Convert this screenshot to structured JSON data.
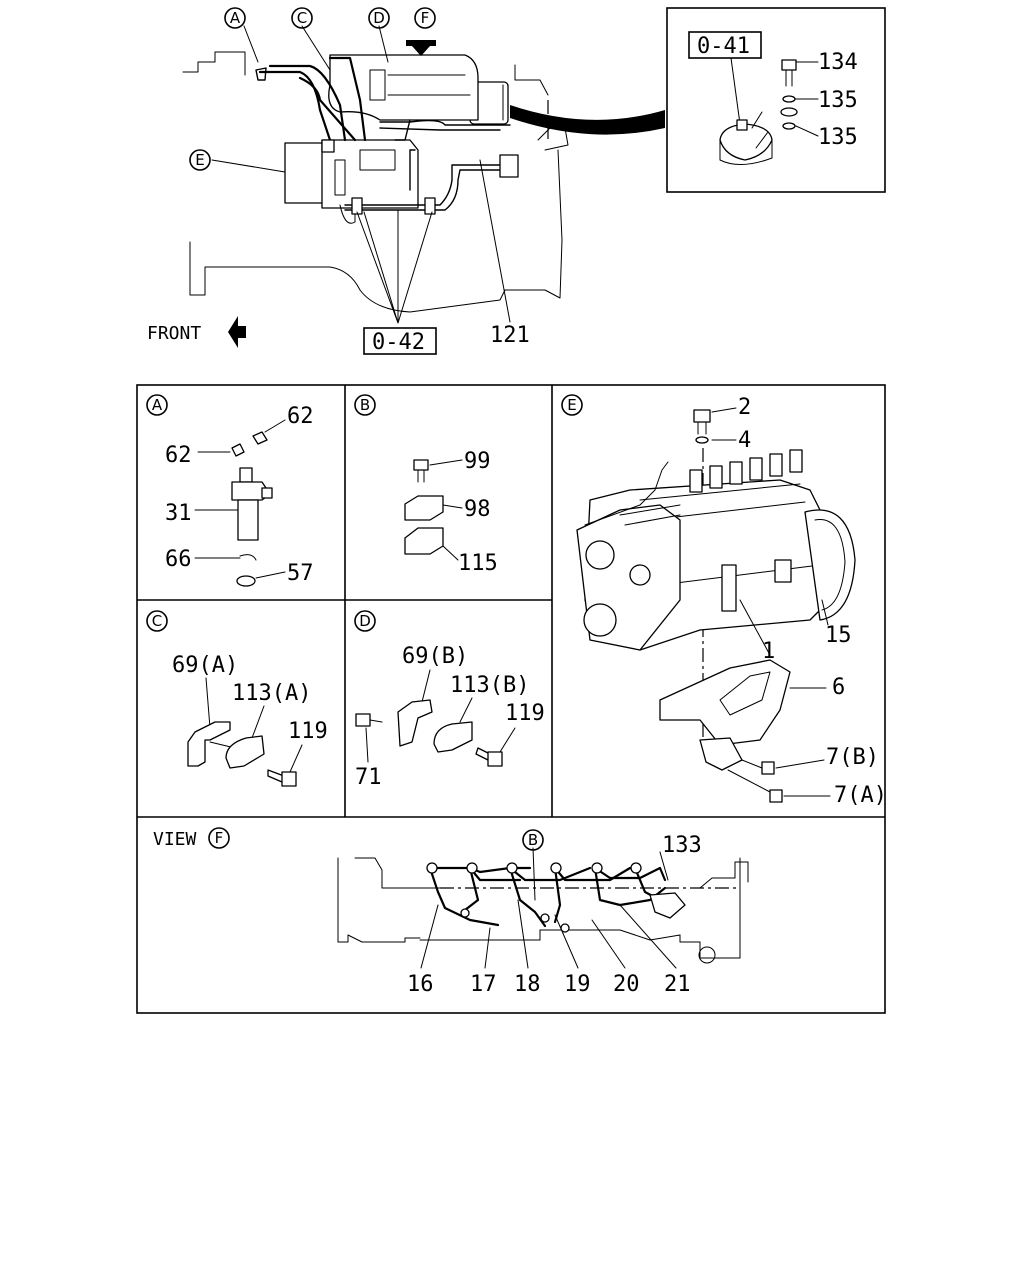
{
  "overview": {
    "callouts": {
      "a": "A",
      "c": "C",
      "d": "D",
      "f": "F",
      "e": "E"
    },
    "ref_box_main": "0-42",
    "ref_box_inset": "0-41",
    "label_121": "121",
    "front_label": "FRONT",
    "inset_labels": {
      "p134": "134",
      "p135a": "135",
      "p135b": "135"
    }
  },
  "panels": {
    "a": {
      "letter": "A",
      "labels": {
        "n62a": "62",
        "n62b": "62",
        "n31": "31",
        "n66": "66",
        "n57": "57"
      }
    },
    "b": {
      "letter": "B",
      "labels": {
        "n99": "99",
        "n98": "98",
        "n115": "115"
      }
    },
    "c": {
      "letter": "C",
      "labels": {
        "n69a": "69(A)",
        "n113a": "113(A)",
        "n119": "119"
      }
    },
    "d": {
      "letter": "D",
      "labels": {
        "n69b": "69(B)",
        "n113b": "113(B)",
        "n119": "119",
        "n71": "71"
      }
    },
    "e": {
      "letter": "E",
      "labels": {
        "n2": "2",
        "n4": "4",
        "n15": "15",
        "n1": "1",
        "n6": "6",
        "n7b": "7(B)",
        "n7a": "7(A)"
      }
    },
    "view_f": {
      "title": "VIEW",
      "letter": "F",
      "callout_b": "B",
      "labels": {
        "n133": "133",
        "n16": "16",
        "n17": "17",
        "n18": "18",
        "n19": "19",
        "n20": "20",
        "n21": "21"
      }
    }
  }
}
